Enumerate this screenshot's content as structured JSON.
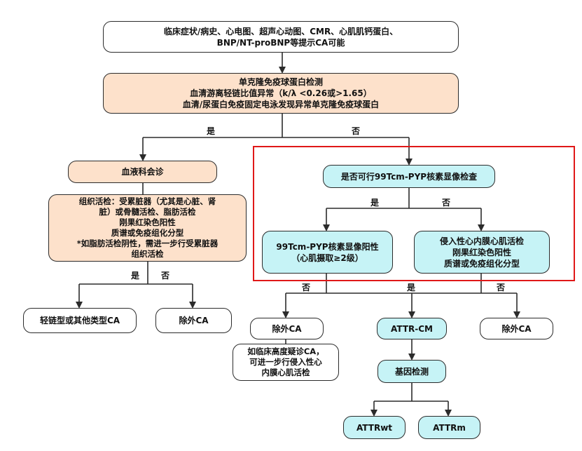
{
  "nodes": {
    "start": [
      "临床症状/病史、心电图、超声心动图、CMR、心肌肌钙蛋白、",
      "BNP/NT-proBNP等提示CA可能"
    ],
    "monoclonal": [
      "单克隆免疫球蛋白检测",
      "血清游离轻链比值异常（k/λ <0.26或>1.65）",
      "血清/尿蛋白免疫固定电泳发现异常单克隆免疫球蛋白"
    ],
    "hematology": [
      "血液科会诊"
    ],
    "biopsy": [
      "组织活检：受累脏器（尤其是心脏、肾",
      "脏）或骨髓活检、脂肪活检",
      "刚果红染色阳性",
      "质谱或免疫组化分型",
      "*如脂肪活检阴性，需进一步行受累脏器",
      "组织活检"
    ],
    "light_chain": [
      "轻链型或其他类型CA"
    ],
    "exclude_left": [
      "除外CA"
    ],
    "pyp_question": [
      "是否可行99Tcm-PYP核素显像检查"
    ],
    "pyp_positive": [
      "99Tcm-PYP核素显像阳性",
      "（心肌摄取≥2级）"
    ],
    "invasive_biopsy": [
      "侵入性心内膜心肌活检",
      "刚果红染色阳性",
      "质谱或免疫组化分型"
    ],
    "exclude_mid": [
      "除外CA"
    ],
    "suspect_note": [
      "如临床高度疑诊CA，",
      "可进一步行侵入性心",
      "内膜心肌活检"
    ],
    "attr_cm": [
      "ATTR-CM"
    ],
    "gene_test": [
      "基因检测"
    ],
    "exclude_right": [
      "除外CA"
    ],
    "attr_wt": [
      "ATTRwt"
    ],
    "attr_m": [
      "ATTRm"
    ]
  },
  "labels": {
    "yes_main": "是",
    "no_main": "否",
    "yes_biopsy": "是",
    "no_biopsy": "否",
    "yes_pyp": "是",
    "no_pyp": "否",
    "no_left": "否",
    "yes_center": "是",
    "no_right": "否"
  },
  "colors": {
    "peach": "#fde1cb",
    "cyan": "#c6f3f6",
    "highlight": "#e01818",
    "line": "#2b2b2b"
  }
}
